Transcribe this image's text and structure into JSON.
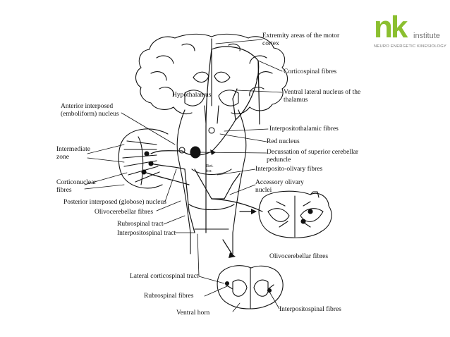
{
  "logo": {
    "mark": "nk",
    "word": "institute",
    "tagline": "NEURO ENERGETIC KINESIOLOGY",
    "accent_color": "#8bbf2f"
  },
  "diagram": {
    "labels": {
      "extremity_cortex": "Extremity areas of the motor\ncortex",
      "corticospinal": "Corticospinal fibres",
      "ventral_lateral": "Ventral lateral nucleus of the\nthalamus",
      "hypothalamus": "Hypothalamus",
      "anterior_interposed": "Anterior interposed\n(emboliform) nucleus",
      "interpositothalamic": "Interpositothalamic fibres",
      "red_nucleus": "Red nucleus",
      "decussation": "Decussation of superior cerebellar\npeduncle",
      "intermediate_zone": "Intermediate\nzone",
      "ret_for": "Ret.\nfor.",
      "interposito_olivary": "Interposito-olivary fibres",
      "accessory_olivary": "Accessory olivary\nnuclei",
      "corticonuclear": "Corticonuclear\nfibres",
      "posterior_interposed": "Posterior interposed (globose) nucleus",
      "olivocerebellar_left": "Olivocerebellar fibres",
      "rubrospinal_tract": "Rubrospinal tract",
      "interpositospinal_tract": "Interpositospinal tract",
      "olivocerebellar_right": "Olivocerebellar fibres",
      "lateral_corticospinal": "Lateral corticospinal tract",
      "rubrospinal_fibres": "Rubrospinal fibres",
      "interpositospinal_fibres": "Interpositospinal fibres",
      "ventral_horn": "Ventral horn"
    }
  }
}
